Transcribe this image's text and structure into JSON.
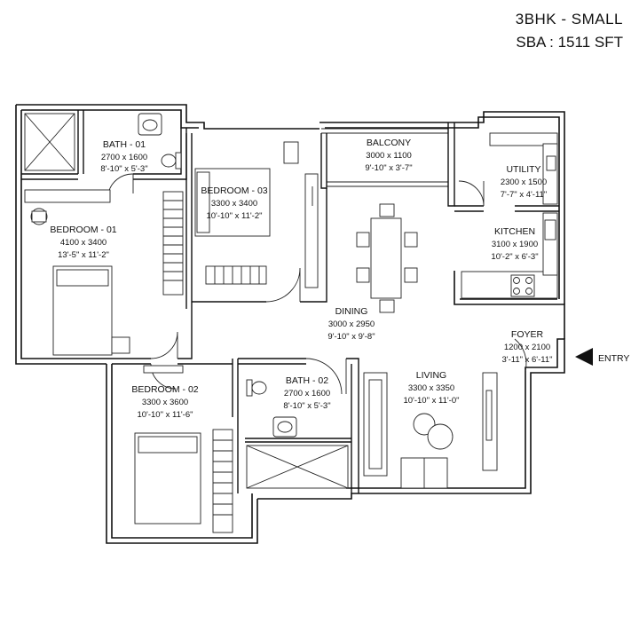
{
  "header": {
    "title": "3BHK - SMALL",
    "subtitle": "SBA : 1511 SFT"
  },
  "entry_label": "ENTRY",
  "rooms": {
    "bath01": {
      "name": "BATH - 01",
      "metric": "2700 x 1600",
      "imperial": "8'-10\" x 5'-3\""
    },
    "bedroom03": {
      "name": "BEDROOM - 03",
      "metric": "3300 x 3400",
      "imperial": "10'-10\" x 11'-2\""
    },
    "balcony": {
      "name": "BALCONY",
      "metric": "3000 x 1100",
      "imperial": "9'-10\" x 3'-7\""
    },
    "utility": {
      "name": "UTILITY",
      "metric": "2300 x 1500",
      "imperial": "7'-7\" x 4'-11\""
    },
    "bedroom01": {
      "name": "BEDROOM - 01",
      "metric": "4100 x 3400",
      "imperial": "13'-5\" x 11'-2\""
    },
    "kitchen": {
      "name": "KITCHEN",
      "metric": "3100 x 1900",
      "imperial": "10'-2\" x 6'-3\""
    },
    "dining": {
      "name": "DINING",
      "metric": "3000 x 2950",
      "imperial": "9'-10\" x 9'-8\""
    },
    "foyer": {
      "name": "FOYER",
      "metric": "1200 x 2100",
      "imperial": "3'-11\" x 6'-11\""
    },
    "bedroom02": {
      "name": "BEDROOM - 02",
      "metric": "3300 x 3600",
      "imperial": "10'-10\" x 11'-6\""
    },
    "bath02": {
      "name": "BATH - 02",
      "metric": "2700 x 1600",
      "imperial": "8'-10\" x 5'-3\""
    },
    "living": {
      "name": "LIVING",
      "metric": "3300 x 3350",
      "imperial": "10'-10\" x 11'-0\""
    }
  }
}
